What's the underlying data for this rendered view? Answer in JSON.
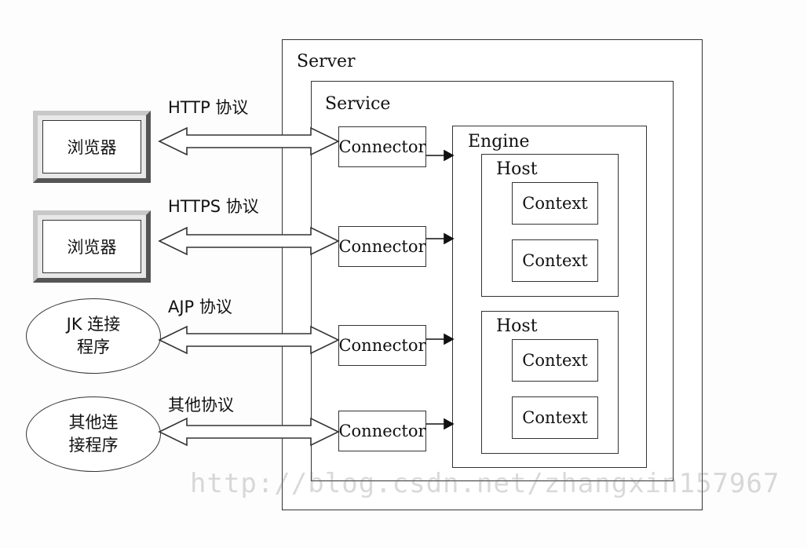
{
  "server": {
    "label": "Server"
  },
  "service": {
    "label": "Service"
  },
  "engine": {
    "label": "Engine"
  },
  "hosts": [
    {
      "label": "Host",
      "contexts": [
        "Context",
        "Context"
      ]
    },
    {
      "label": "Host",
      "contexts": [
        "Context",
        "Context"
      ]
    }
  ],
  "connectors": [
    "Connector",
    "Connector",
    "Connector",
    "Connector"
  ],
  "clients": [
    {
      "kind": "browser",
      "lines": [
        "浏览器"
      ],
      "protocol": "HTTP 协议"
    },
    {
      "kind": "browser",
      "lines": [
        "浏览器"
      ],
      "protocol": "HTTPS 协议"
    },
    {
      "kind": "ellipse",
      "lines": [
        "JK 连接",
        "程序"
      ],
      "protocol": "AJP 协议"
    },
    {
      "kind": "ellipse",
      "lines": [
        "其他连",
        "接程序"
      ],
      "protocol": "其他协议"
    }
  ],
  "watermark": "http://blog.csdn.net/zhangxin157967"
}
